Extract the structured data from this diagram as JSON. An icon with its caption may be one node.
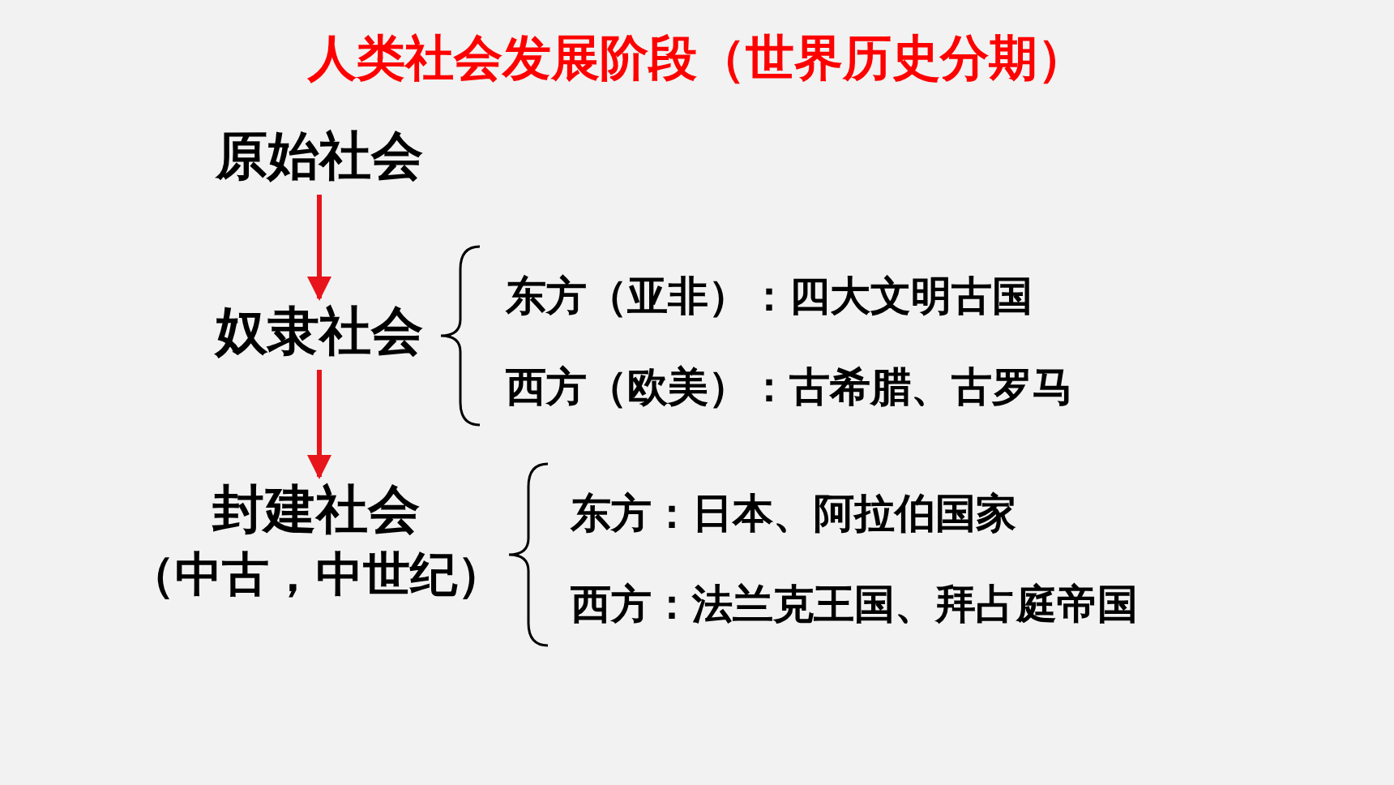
{
  "diagram": {
    "title": "人类社会发展阶段（世界历史分期）",
    "nodes": [
      {
        "text": [
          "原始社会"
        ]
      },
      {
        "text": [
          "奴隶社会"
        ]
      },
      {
        "text": [
          "封建社会",
          "（中古，中世纪）"
        ]
      }
    ],
    "edges": [
      {
        "from": 0,
        "to": 1,
        "arrow": "to",
        "color": "#e8141b"
      },
      {
        "from": 1,
        "to": 2,
        "arrow": "to",
        "color": "#e8141b"
      }
    ],
    "labels": [
      "东方（亚非）：四大文明古国",
      "西方（欧美）：古希腊、古罗马",
      "东方：日本、阿拉伯国家",
      "西方：法兰克王国、拜占庭帝国"
    ]
  }
}
